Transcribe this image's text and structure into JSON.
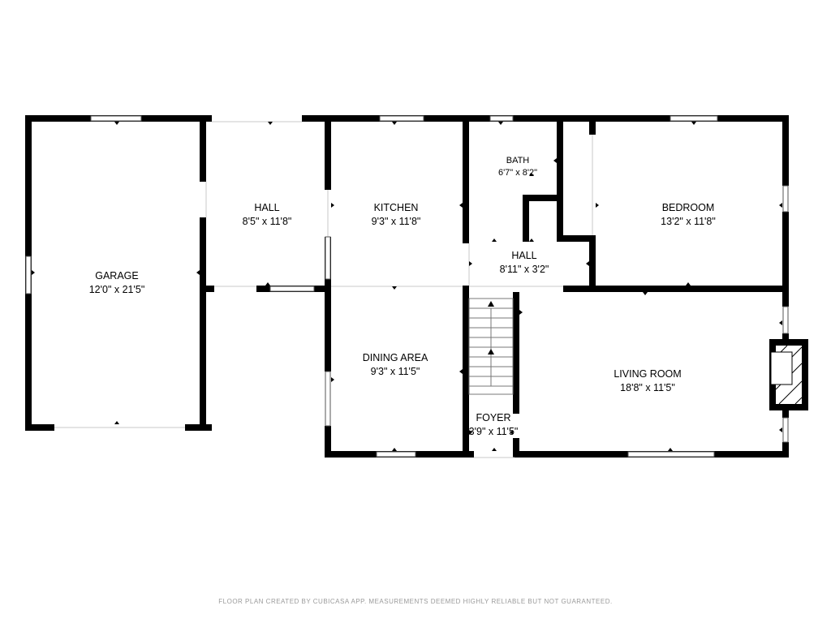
{
  "rooms": {
    "garage": {
      "name": "GARAGE",
      "size": "12'0\" x 21'5\""
    },
    "hall_left": {
      "name": "HALL",
      "size": "8'5\" x 11'8\""
    },
    "kitchen": {
      "name": "KITCHEN",
      "size": "9'3\" x 11'8\""
    },
    "bath": {
      "name": "BATH",
      "size": "6'7\" x 8'2\""
    },
    "bedroom": {
      "name": "BEDROOM",
      "size": "13'2\" x 11'8\""
    },
    "hall_center": {
      "name": "HALL",
      "size": "8'11\" x 3'2\""
    },
    "dining": {
      "name": "DINING AREA",
      "size": "9'3\" x 11'5\""
    },
    "foyer": {
      "name": "FOYER",
      "size": "3'9\" x 11'5\""
    },
    "living": {
      "name": "LIVING ROOM",
      "size": "18'8\" x 11'5\""
    }
  },
  "footer": {
    "disclaimer": "FLOOR PLAN CREATED BY CUBICASA APP. MEASUREMENTS DEEMED HIGHLY RELIABLE BUT NOT GUARANTEED."
  }
}
